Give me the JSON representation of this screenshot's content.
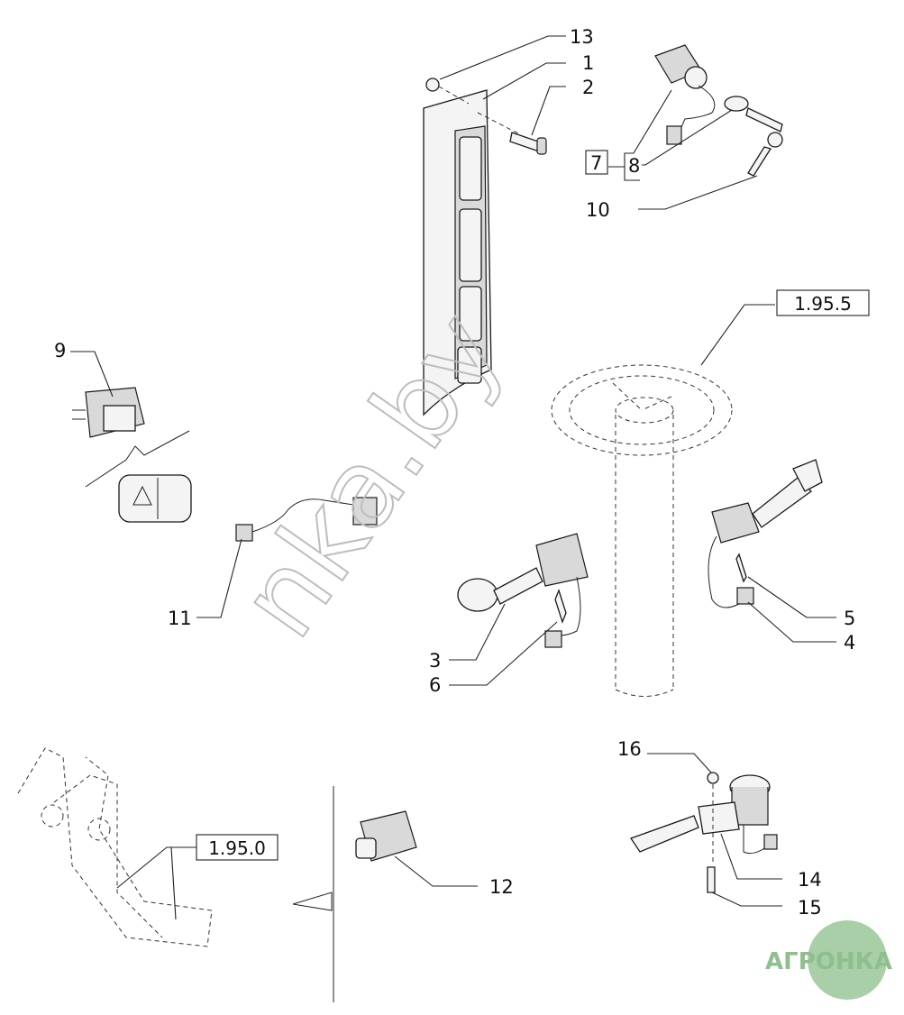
{
  "diagram": {
    "callouts": [
      "1",
      "2",
      "3",
      "4",
      "5",
      "6",
      "7",
      "8",
      "9",
      "10",
      "11",
      "12",
      "13",
      "14",
      "15",
      "16"
    ],
    "references": [
      "1.95.5",
      "1.95.0"
    ]
  },
  "watermark": {
    "text": "nka.by",
    "logo_text": "АГРОНКА",
    "logo_color": "#6aa56a"
  }
}
